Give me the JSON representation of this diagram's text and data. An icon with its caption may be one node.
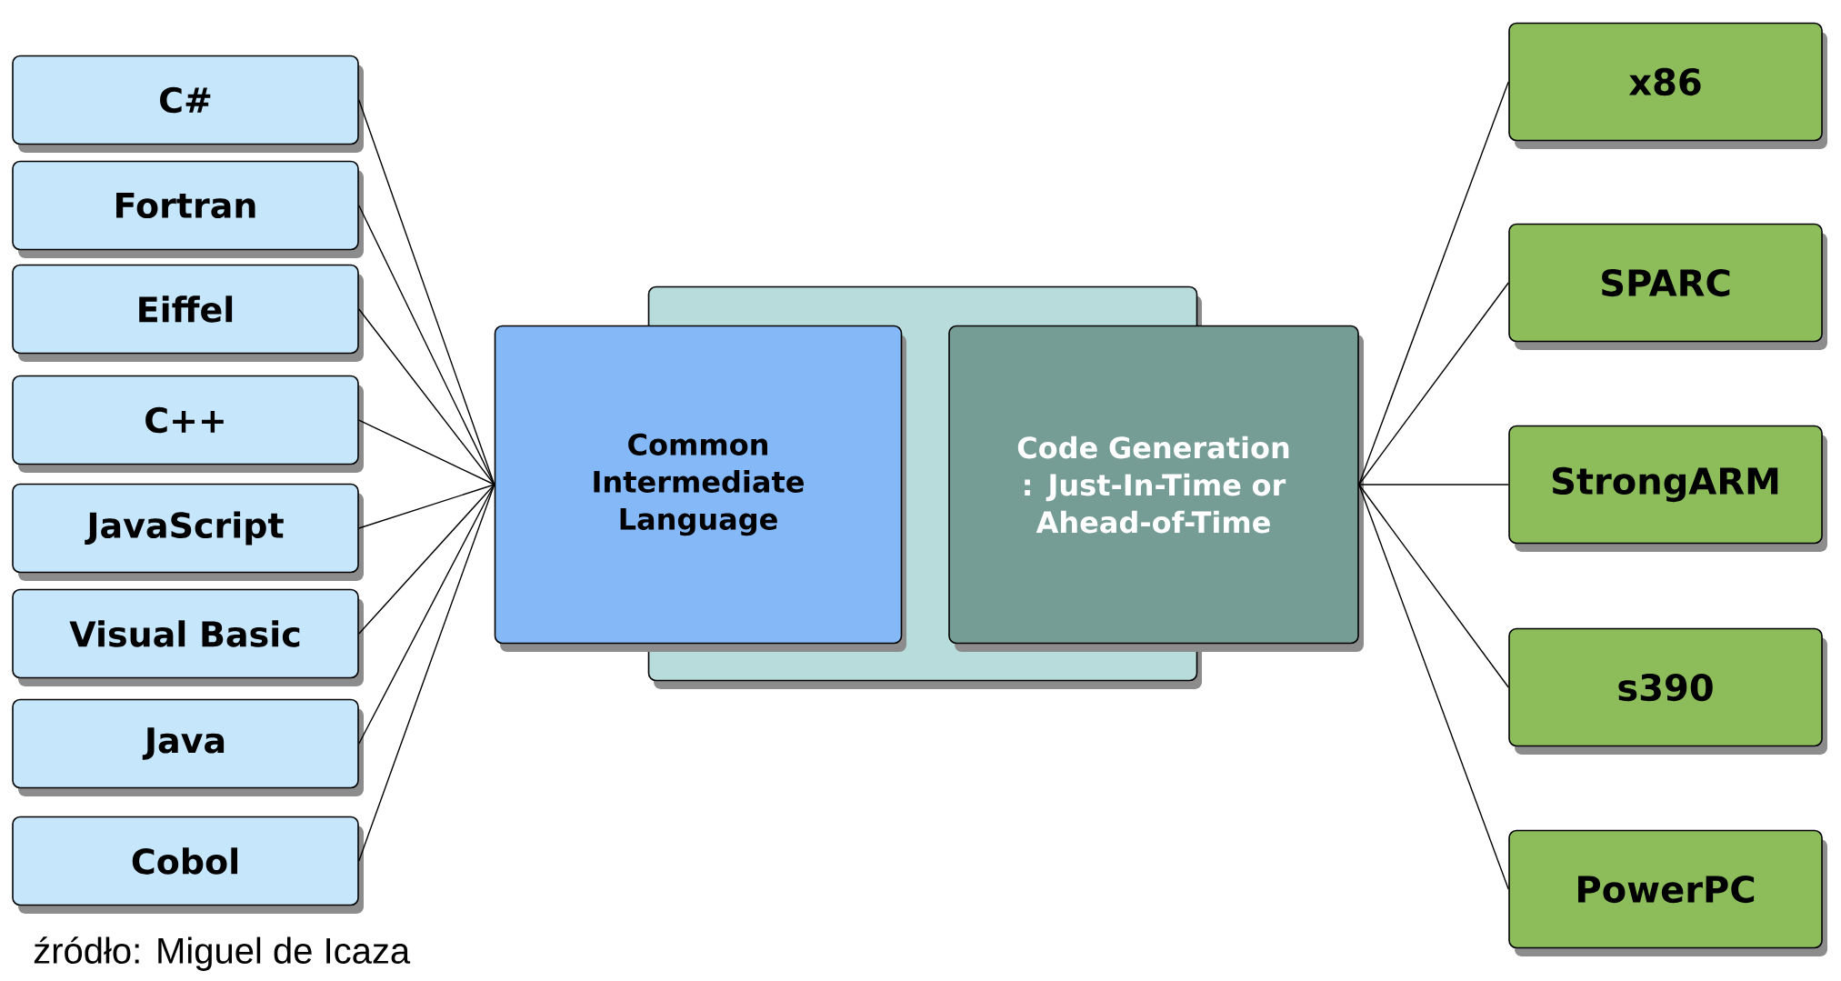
{
  "diagram": {
    "caption": "źródło: Miguel de Icaza",
    "nodes": [
      {
        "text": [],
        "shape": "box"
      },
      {
        "text": [
          "Common Intermediate Language"
        ]
      },
      {
        "text": [
          "Code Generation : Just-In-Time or Ahead-of-Time"
        ]
      },
      {
        "text": [
          "C#"
        ]
      },
      {
        "text": [
          "Fortran"
        ]
      },
      {
        "text": [
          "Eiffel"
        ]
      },
      {
        "text": [
          "C++"
        ]
      },
      {
        "text": [
          "JavaScript"
        ]
      },
      {
        "text": [
          "Visual Basic"
        ]
      },
      {
        "text": [
          "Java"
        ]
      },
      {
        "text": [
          "Cobol"
        ]
      },
      {
        "text": [
          "x86"
        ]
      },
      {
        "text": [
          "SPARC"
        ]
      },
      {
        "text": [
          "StrongARM"
        ]
      },
      {
        "text": [
          "s390"
        ]
      },
      {
        "text": [
          "PowerPC"
        ]
      }
    ],
    "edges": [
      {
        "from": 3,
        "to": 1,
        "arrow": "none"
      },
      {
        "from": 4,
        "to": 1,
        "arrow": "none"
      },
      {
        "from": 5,
        "to": 1,
        "arrow": "none"
      },
      {
        "from": 6,
        "to": 1,
        "arrow": "none"
      },
      {
        "from": 7,
        "to": 1,
        "arrow": "none"
      },
      {
        "from": 8,
        "to": 1,
        "arrow": "none"
      },
      {
        "from": 9,
        "to": 1,
        "arrow": "none"
      },
      {
        "from": 10,
        "to": 1,
        "arrow": "none"
      },
      {
        "from": 2,
        "to": 11,
        "arrow": "none"
      },
      {
        "from": 2,
        "to": 12,
        "arrow": "none"
      },
      {
        "from": 2,
        "to": 13,
        "arrow": "none"
      },
      {
        "from": 2,
        "to": 14,
        "arrow": "none"
      },
      {
        "from": 2,
        "to": 15,
        "arrow": "none"
      }
    ]
  }
}
